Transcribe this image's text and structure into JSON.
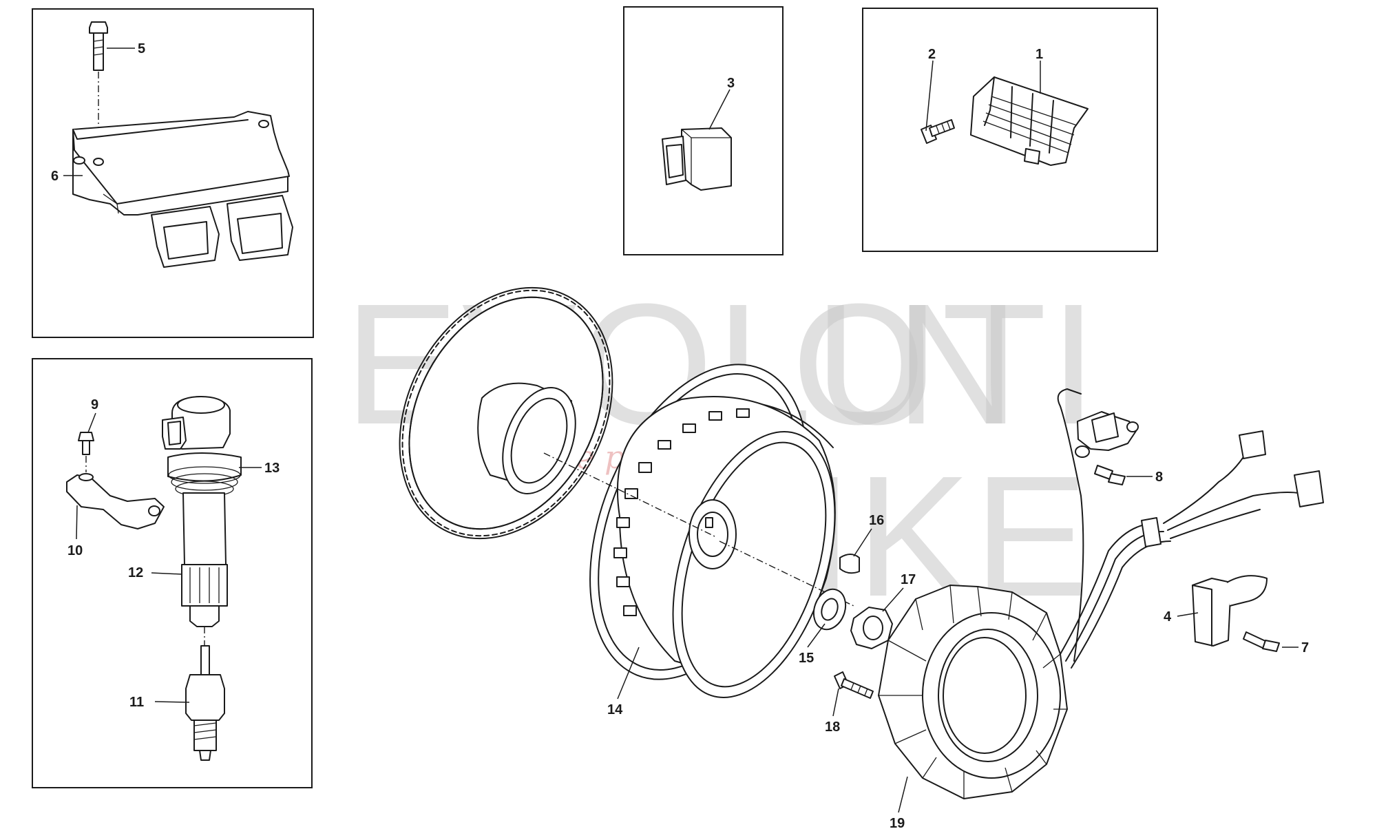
{
  "watermark": {
    "brand_line1": "EVOLUTI",
    "brand_o": "O",
    "brand_n": "N",
    "brand_line2": "IKE",
    "tagline": "ride the power"
  },
  "callouts": [
    {
      "id": "c1",
      "label": "1"
    },
    {
      "id": "c2",
      "label": "2"
    },
    {
      "id": "c3",
      "label": "3"
    },
    {
      "id": "c4",
      "label": "4"
    },
    {
      "id": "c5",
      "label": "5"
    },
    {
      "id": "c6",
      "label": "6"
    },
    {
      "id": "c7",
      "label": "7"
    },
    {
      "id": "c8",
      "label": "8"
    },
    {
      "id": "c9",
      "label": "9"
    },
    {
      "id": "c10",
      "label": "10"
    },
    {
      "id": "c11",
      "label": "11"
    },
    {
      "id": "c12",
      "label": "12"
    },
    {
      "id": "c13",
      "label": "13"
    },
    {
      "id": "c14",
      "label": "14"
    },
    {
      "id": "c15",
      "label": "15"
    },
    {
      "id": "c16",
      "label": "16"
    },
    {
      "id": "c17",
      "label": "17"
    },
    {
      "id": "c18",
      "label": "18"
    },
    {
      "id": "c19",
      "label": "19"
    }
  ]
}
